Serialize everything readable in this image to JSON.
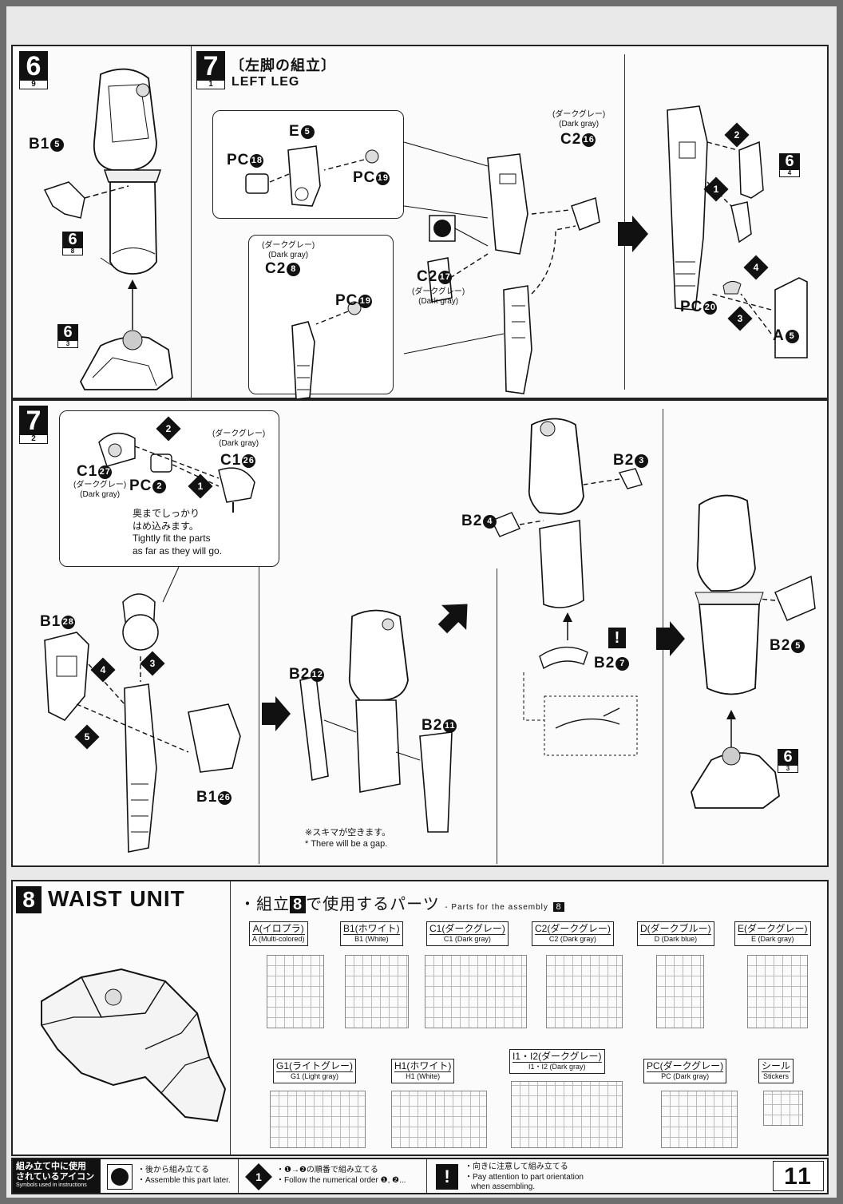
{
  "page_number": "11",
  "step6_top": {
    "number": "6",
    "sub": "9",
    "labels": {
      "b1_5": "B1",
      "b1_5_num": "5"
    },
    "ref_8": {
      "number": "6",
      "sub": "8"
    },
    "ref_3": {
      "number": "6",
      "sub": "3"
    }
  },
  "step7_1": {
    "number": "7",
    "sub": "1",
    "title_jp": "〔左脚の組立〕",
    "title_en": "LEFT LEG",
    "parts": {
      "e5": "E",
      "e5_num": "5",
      "pc18": "PC",
      "pc18_num": "18",
      "pc19a": "PC",
      "pc19a_num": "19",
      "c2_16": "C2",
      "c2_16_num": "16",
      "c2_16_note_jp": "(ダークグレー)",
      "c2_16_note_en": "(Dark gray)",
      "c2_8": "C2",
      "c2_8_num": "8",
      "c2_8_note_jp": "(ダークグレー)",
      "c2_8_note_en": "(Dark gray)",
      "pc19b": "PC",
      "pc19b_num": "19",
      "c2_17": "C2",
      "c2_17_num": "17",
      "c2_17_note_jp": "(ダークグレー)",
      "c2_17_note_en": "(Dark gray)",
      "pc20": "PC",
      "pc20_num": "20",
      "a5": "A",
      "a5_num": "5"
    },
    "ref_4": {
      "number": "6",
      "sub": "4"
    },
    "order": [
      "1",
      "2",
      "3",
      "4"
    ]
  },
  "step7_2": {
    "number": "7",
    "sub": "2",
    "parts": {
      "c1_27": "C1",
      "c1_27_num": "27",
      "c1_27_note_jp": "(ダークグレー)",
      "c1_27_note_en": "(Dark gray)",
      "c1_26": "C1",
      "c1_26_num": "26",
      "c1_26_note_jp": "(ダークグレー)",
      "c1_26_note_en": "(Dark gray)",
      "pc2": "PC",
      "pc2_num": "2",
      "b1_28": "B1",
      "b1_28_num": "28",
      "b1_26": "B1",
      "b1_26_num": "26",
      "b2_12": "B2",
      "b2_12_num": "12",
      "b2_11": "B2",
      "b2_11_num": "11",
      "b2_3": "B2",
      "b2_3_num": "3",
      "b2_4": "B2",
      "b2_4_num": "4",
      "b2_7": "B2",
      "b2_7_num": "7",
      "b2_5": "B2",
      "b2_5_num": "5"
    },
    "tip_jp_1": "奥までしっかり",
    "tip_jp_2": "はめ込みます。",
    "tip_en_1": "Tightly fit the parts",
    "tip_en_2": "as far as they will go.",
    "gap_jp": "※スキマが空きます。",
    "gap_en": "* There will be a gap.",
    "ref_3": {
      "number": "6",
      "sub": "3"
    }
  },
  "step8": {
    "number": "8",
    "title": "WAIST UNIT",
    "parts_heading_pre": "・組立",
    "parts_heading_num": "8",
    "parts_heading_post": "で使用するパーツ",
    "parts_heading_en": "- Parts for the assembly",
    "parts_heading_en_num": "8",
    "runners": [
      {
        "jp": "A(イロプラ)",
        "en": "A (Multi-colored)"
      },
      {
        "jp": "B1(ホワイト)",
        "en": "B1 (White)"
      },
      {
        "jp": "C1(ダークグレー)",
        "en": "C1 (Dark gray)"
      },
      {
        "jp": "C2(ダークグレー)",
        "en": "C2 (Dark gray)"
      },
      {
        "jp": "D(ダークブルー)",
        "en": "D (Dark blue)"
      },
      {
        "jp": "E(ダークグレー)",
        "en": "E (Dark gray)"
      },
      {
        "jp": "G1(ライトグレー)",
        "en": "G1 (Light gray)"
      },
      {
        "jp": "H1(ホワイト)",
        "en": "H1 (White)"
      },
      {
        "jp": "I1・I2(ダークグレー)",
        "en": "I1・I2 (Dark gray)"
      },
      {
        "jp": "PC(ダークグレー)",
        "en": "PC (Dark gray)"
      },
      {
        "jp": "シール",
        "en": "Stickers"
      }
    ]
  },
  "legend": {
    "title_jp_1": "組み立て中に使用",
    "title_jp_2": "されているアイコン",
    "title_en": "Symbols used in instructions",
    "later_jp": "・後から組み立てる",
    "later_en": "・Assemble this part later.",
    "order_icon": "1",
    "order_jp": "・❶→❷の順番で組み立てる",
    "order_en": "・Follow the numerical order ❶, ❷...",
    "attention_icon": "!",
    "attention_jp": "・向きに注意して組み立てる",
    "attention_en_1": "・Pay attention to part orientation",
    "attention_en_2": "when assembling."
  }
}
